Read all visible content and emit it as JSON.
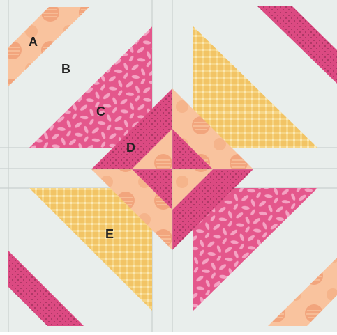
{
  "labels": {
    "a": "A",
    "b": "B",
    "c": "C",
    "d": "D",
    "e": "E"
  },
  "colors": {
    "background": "#e9eeec",
    "seam": "#c9d0ce",
    "pink": "#e4578c",
    "pink_dark": "#cf3f76",
    "pink_light": "#f4a3c3",
    "peach": "#f9c39e",
    "peach_dark": "#f2a57d",
    "gold": "#f2c465",
    "gold_light": "#f7d98d"
  }
}
